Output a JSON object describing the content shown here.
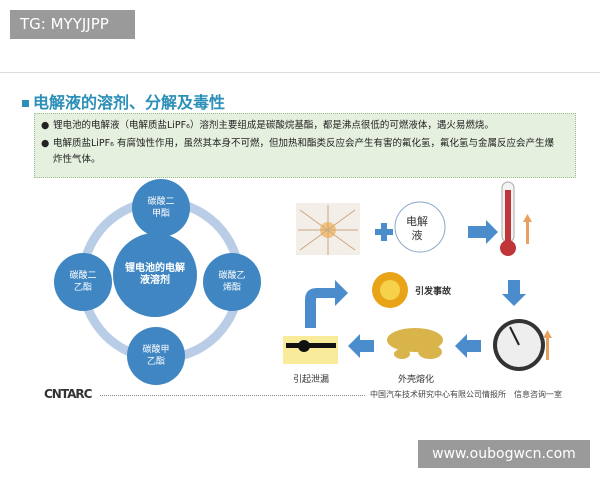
{
  "overlay_tag": "TG: MYYJJPP",
  "watermark_url": "www.oubogwcn.com",
  "slide": {
    "title": "电解液的溶剂、分解及毒性",
    "bullets": [
      "锂电池的电解液（电解质盐LiPF₆）溶剂主要组成是碳酸烷基酯，都是沸点很低的可燃液体，遇火易燃烧。",
      "电解质盐LiPF₆ 有腐蚀性作用，虽然其本身不可燃，但加热和酯类反应会产生有害的氟化氢，氟化氢与金属反应会产生爆炸性气体。"
    ],
    "diagram": {
      "center": "锂电池的电解液溶剂",
      "top": "碳酸二甲酯",
      "left": "碳酸二乙酯",
      "right": "碳酸乙烯酯",
      "bottom": "碳酸甲乙酯"
    },
    "process": {
      "electrolyte": "电解液",
      "accident": "引发事故",
      "leak": "引起泄漏",
      "melt": "外壳熔化"
    },
    "footer": {
      "logo": "CNTARC",
      "text": "中国汽车技术研究中心有限公司情报所　信息咨询一室"
    },
    "colors": {
      "accent": "#2b8fb8",
      "circle": "#3f86c2",
      "arrow": "#4a8ccc",
      "up_arrow": "#e8a060"
    }
  }
}
